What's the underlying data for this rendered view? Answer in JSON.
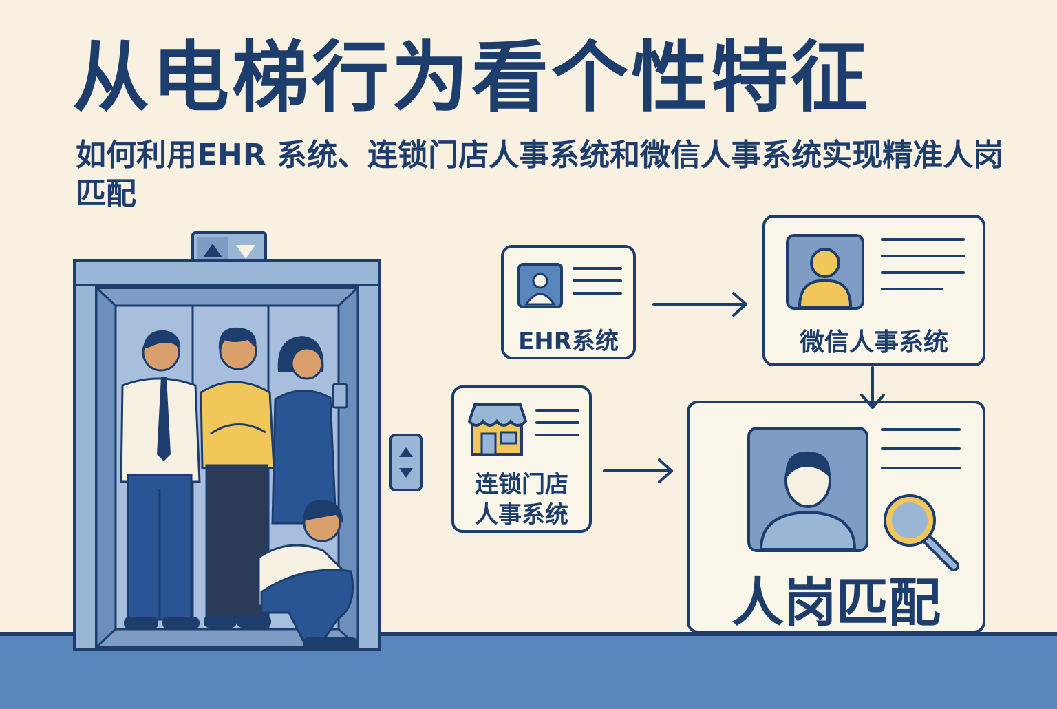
{
  "header": {
    "title": "从电梯行为看个性特征",
    "subtitle": "如何利用EHR 系统、连锁门店人事系统和微信人事系统实现精准人岗匹配"
  },
  "systems": {
    "ehr": {
      "label": "EHR系统",
      "icon": "id-card-icon"
    },
    "chain_store": {
      "label_line1": "连锁门店",
      "label_line2": "人事系统",
      "icon": "storefront-icon"
    },
    "wechat": {
      "label": "微信人事系统",
      "icon": "user-profile-icon"
    },
    "match": {
      "label": "人岗匹配",
      "icon": "magnifier-icon"
    }
  },
  "colors": {
    "navy": "#1d3d6d",
    "background": "#f8f1e1",
    "floor": "#5a86be",
    "light_blue": "#9ab6d6",
    "yellow": "#f2c75a"
  }
}
